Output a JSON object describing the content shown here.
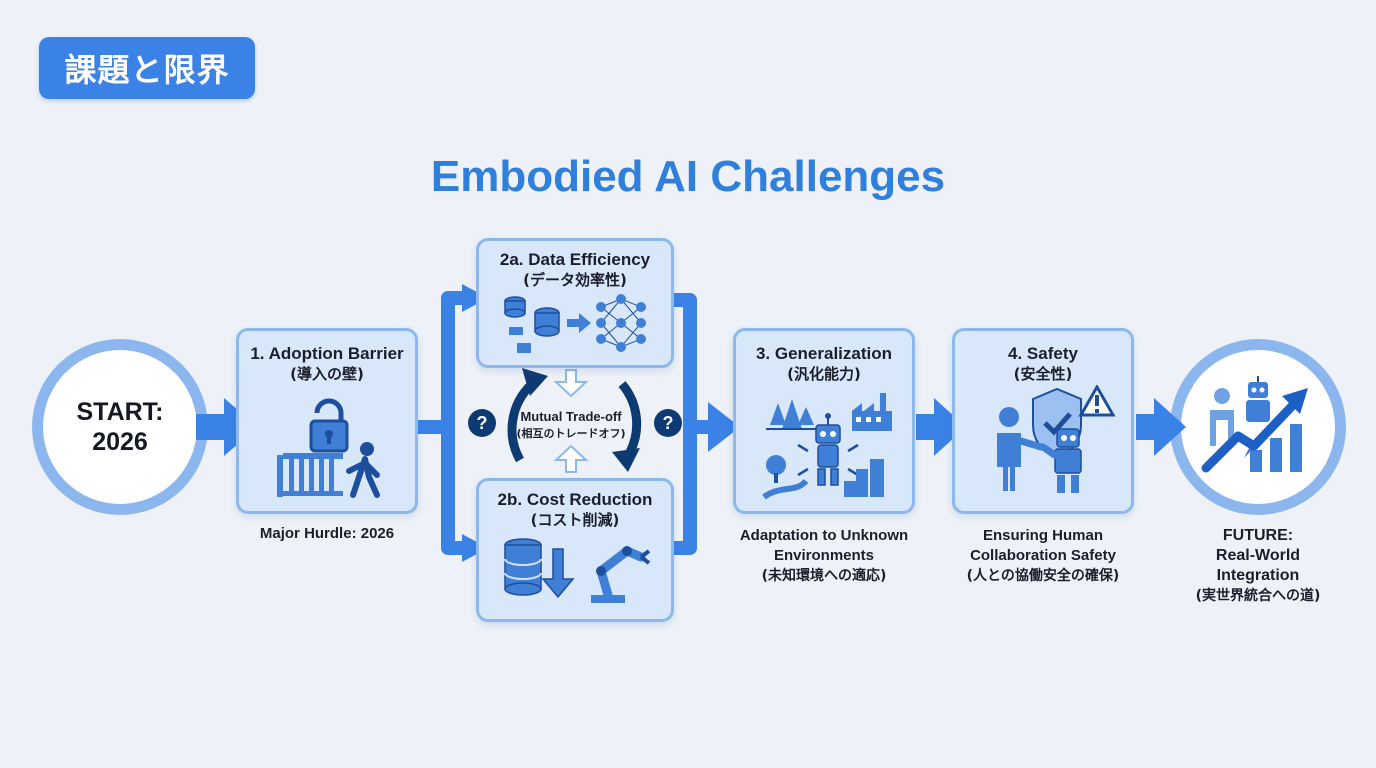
{
  "header": {
    "tag": "課題と限界",
    "title": "Embodied AI Challenges"
  },
  "start": {
    "line1": "START:",
    "line2": "2026"
  },
  "steps": {
    "adoption": {
      "title": "1. Adoption Barrier",
      "subtitle": "(導入の壁)",
      "caption": "Major Hurdle: 2026",
      "icon": "lock-gate-person-icon"
    },
    "data_efficiency": {
      "title": "2a. Data Efficiency",
      "subtitle": "(データ効率性)",
      "icon": "database-neural-network-icon"
    },
    "cost_reduction": {
      "title": "2b. Cost Reduction",
      "subtitle": "(コスト削減)",
      "icon": "database-down-robot-arm-icon"
    },
    "generalization": {
      "title": "3. Generalization",
      "subtitle": "(汎化能力)",
      "caption_line1": "Adaptation to Unknown",
      "caption_line2": "Environments",
      "caption_jp": "(未知環境への適応)",
      "icon": "robot-environments-icon"
    },
    "safety": {
      "title": "4. Safety",
      "subtitle": "(安全性)",
      "caption_line1": "Ensuring Human",
      "caption_line2": "Collaboration Safety",
      "caption_jp": "(人との協働安全の確保)",
      "icon": "human-robot-shield-icon"
    }
  },
  "tradeoff": {
    "label": "Mutual Trade-off",
    "label_jp": "(相互のトレードオフ)",
    "question_mark": "?"
  },
  "future": {
    "line1": "FUTURE:",
    "line2": "Real-World",
    "line3": "Integration",
    "line4": "(実世界統合への道)",
    "icon": "growth-chart-human-robot-icon"
  },
  "colors": {
    "accent": "#3b82e6",
    "title": "#2f7fdc",
    "card_fill": "#d9e7fb",
    "card_border": "#8db8ee",
    "icon_blue": "#3f7fd6",
    "dark_navy": "#0e3a73",
    "background": "#eef2f8"
  }
}
